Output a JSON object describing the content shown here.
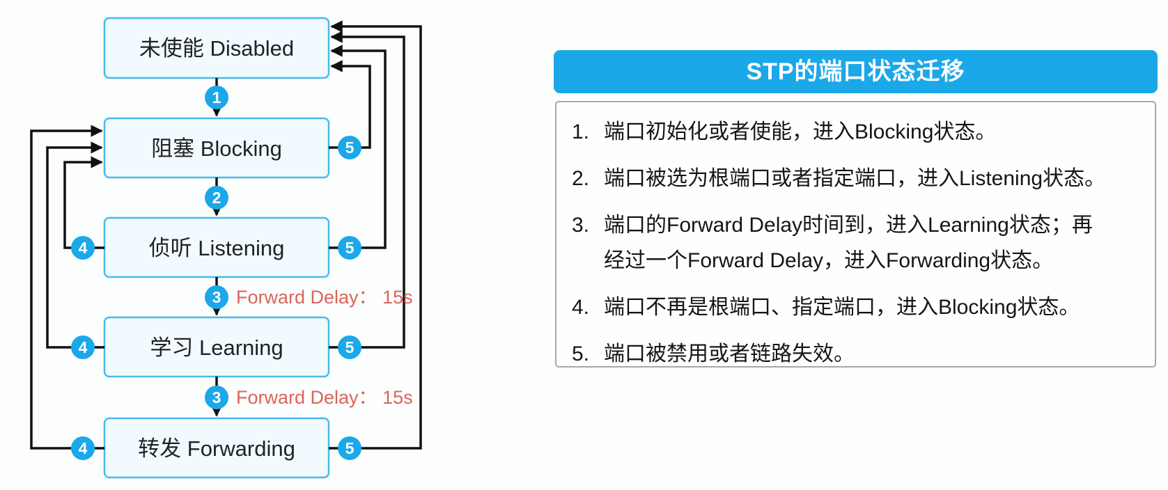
{
  "diagram": {
    "states": [
      {
        "id": "disabled",
        "label": "未使能 Disabled"
      },
      {
        "id": "blocking",
        "label": "阻塞 Blocking"
      },
      {
        "id": "listening",
        "label": "侦听 Listening"
      },
      {
        "id": "learning",
        "label": "学习 Learning"
      },
      {
        "id": "forwarding",
        "label": "转发 Forwarding"
      }
    ],
    "badges": {
      "step1": "1",
      "step2": "2",
      "step3": "3",
      "step4": "4",
      "step5": "5"
    },
    "forward_delay_label": "Forward Delay： 15s"
  },
  "panel": {
    "title": "STP的端口状态迁移",
    "items": [
      {
        "number": "1.",
        "text": "端口初始化或者使能，进入Blocking状态。"
      },
      {
        "number": "2.",
        "text": "端口被选为根端口或者指定端口，进入Listening状态。"
      },
      {
        "number": "3.",
        "line1": "端口的Forward Delay时间到，进入Learning状态；再",
        "line2": "经过一个Forward Delay，进入Forwarding状态。"
      },
      {
        "number": "4.",
        "text": "端口不再是根端口、指定端口，进入Blocking状态。"
      },
      {
        "number": "5.",
        "text": "端口被禁用或者链路失效。"
      }
    ]
  },
  "colors": {
    "accent": "#1ba8e8",
    "box-fill": "#f1fafe",
    "box-border": "#45bcea",
    "line": "#111111",
    "red": "#d9655b",
    "text": "#151515",
    "panel-border": "#a3a8ad",
    "bg": "#fcfdfd"
  }
}
